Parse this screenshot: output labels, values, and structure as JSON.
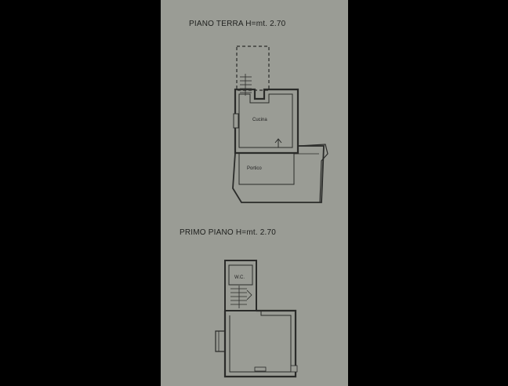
{
  "floors": {
    "ground": {
      "title": "PIANO TERRA H=mt. 2.70",
      "rooms": {
        "kitchen": "Cucina",
        "porch": "Portico"
      }
    },
    "first": {
      "title": "PRIMO PIANO H=mt. 2.70",
      "rooms": {
        "wc": "W.C."
      }
    }
  },
  "colors": {
    "paper": "#9a9c95",
    "background": "#000000",
    "ink": "#1e1f1d"
  }
}
